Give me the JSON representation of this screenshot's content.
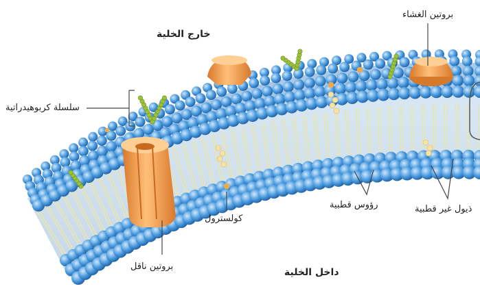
{
  "labels": {
    "outside": "خارج الخلية",
    "inside": "داخل الخلية",
    "carbohydrate_chain": "سلسلة كربوهيدراتية",
    "membrane_protein": "بروتين الغشاء",
    "transport_protein": "بروتين ناقل",
    "cholesterol": "كولسترول",
    "polar_heads": "رؤوس قطبية",
    "nonpolar_tails": "ذيول غير قطبية"
  },
  "colors": {
    "head": "#2f7fc6",
    "head_light": "#8cc2ee",
    "tail": "#e9e4b5",
    "protein": "#f09b4a",
    "protein_dark": "#c86a1e",
    "carbohydrate": "#9cc23a",
    "cholesterol": "#f7d98a",
    "line": "#444444"
  }
}
